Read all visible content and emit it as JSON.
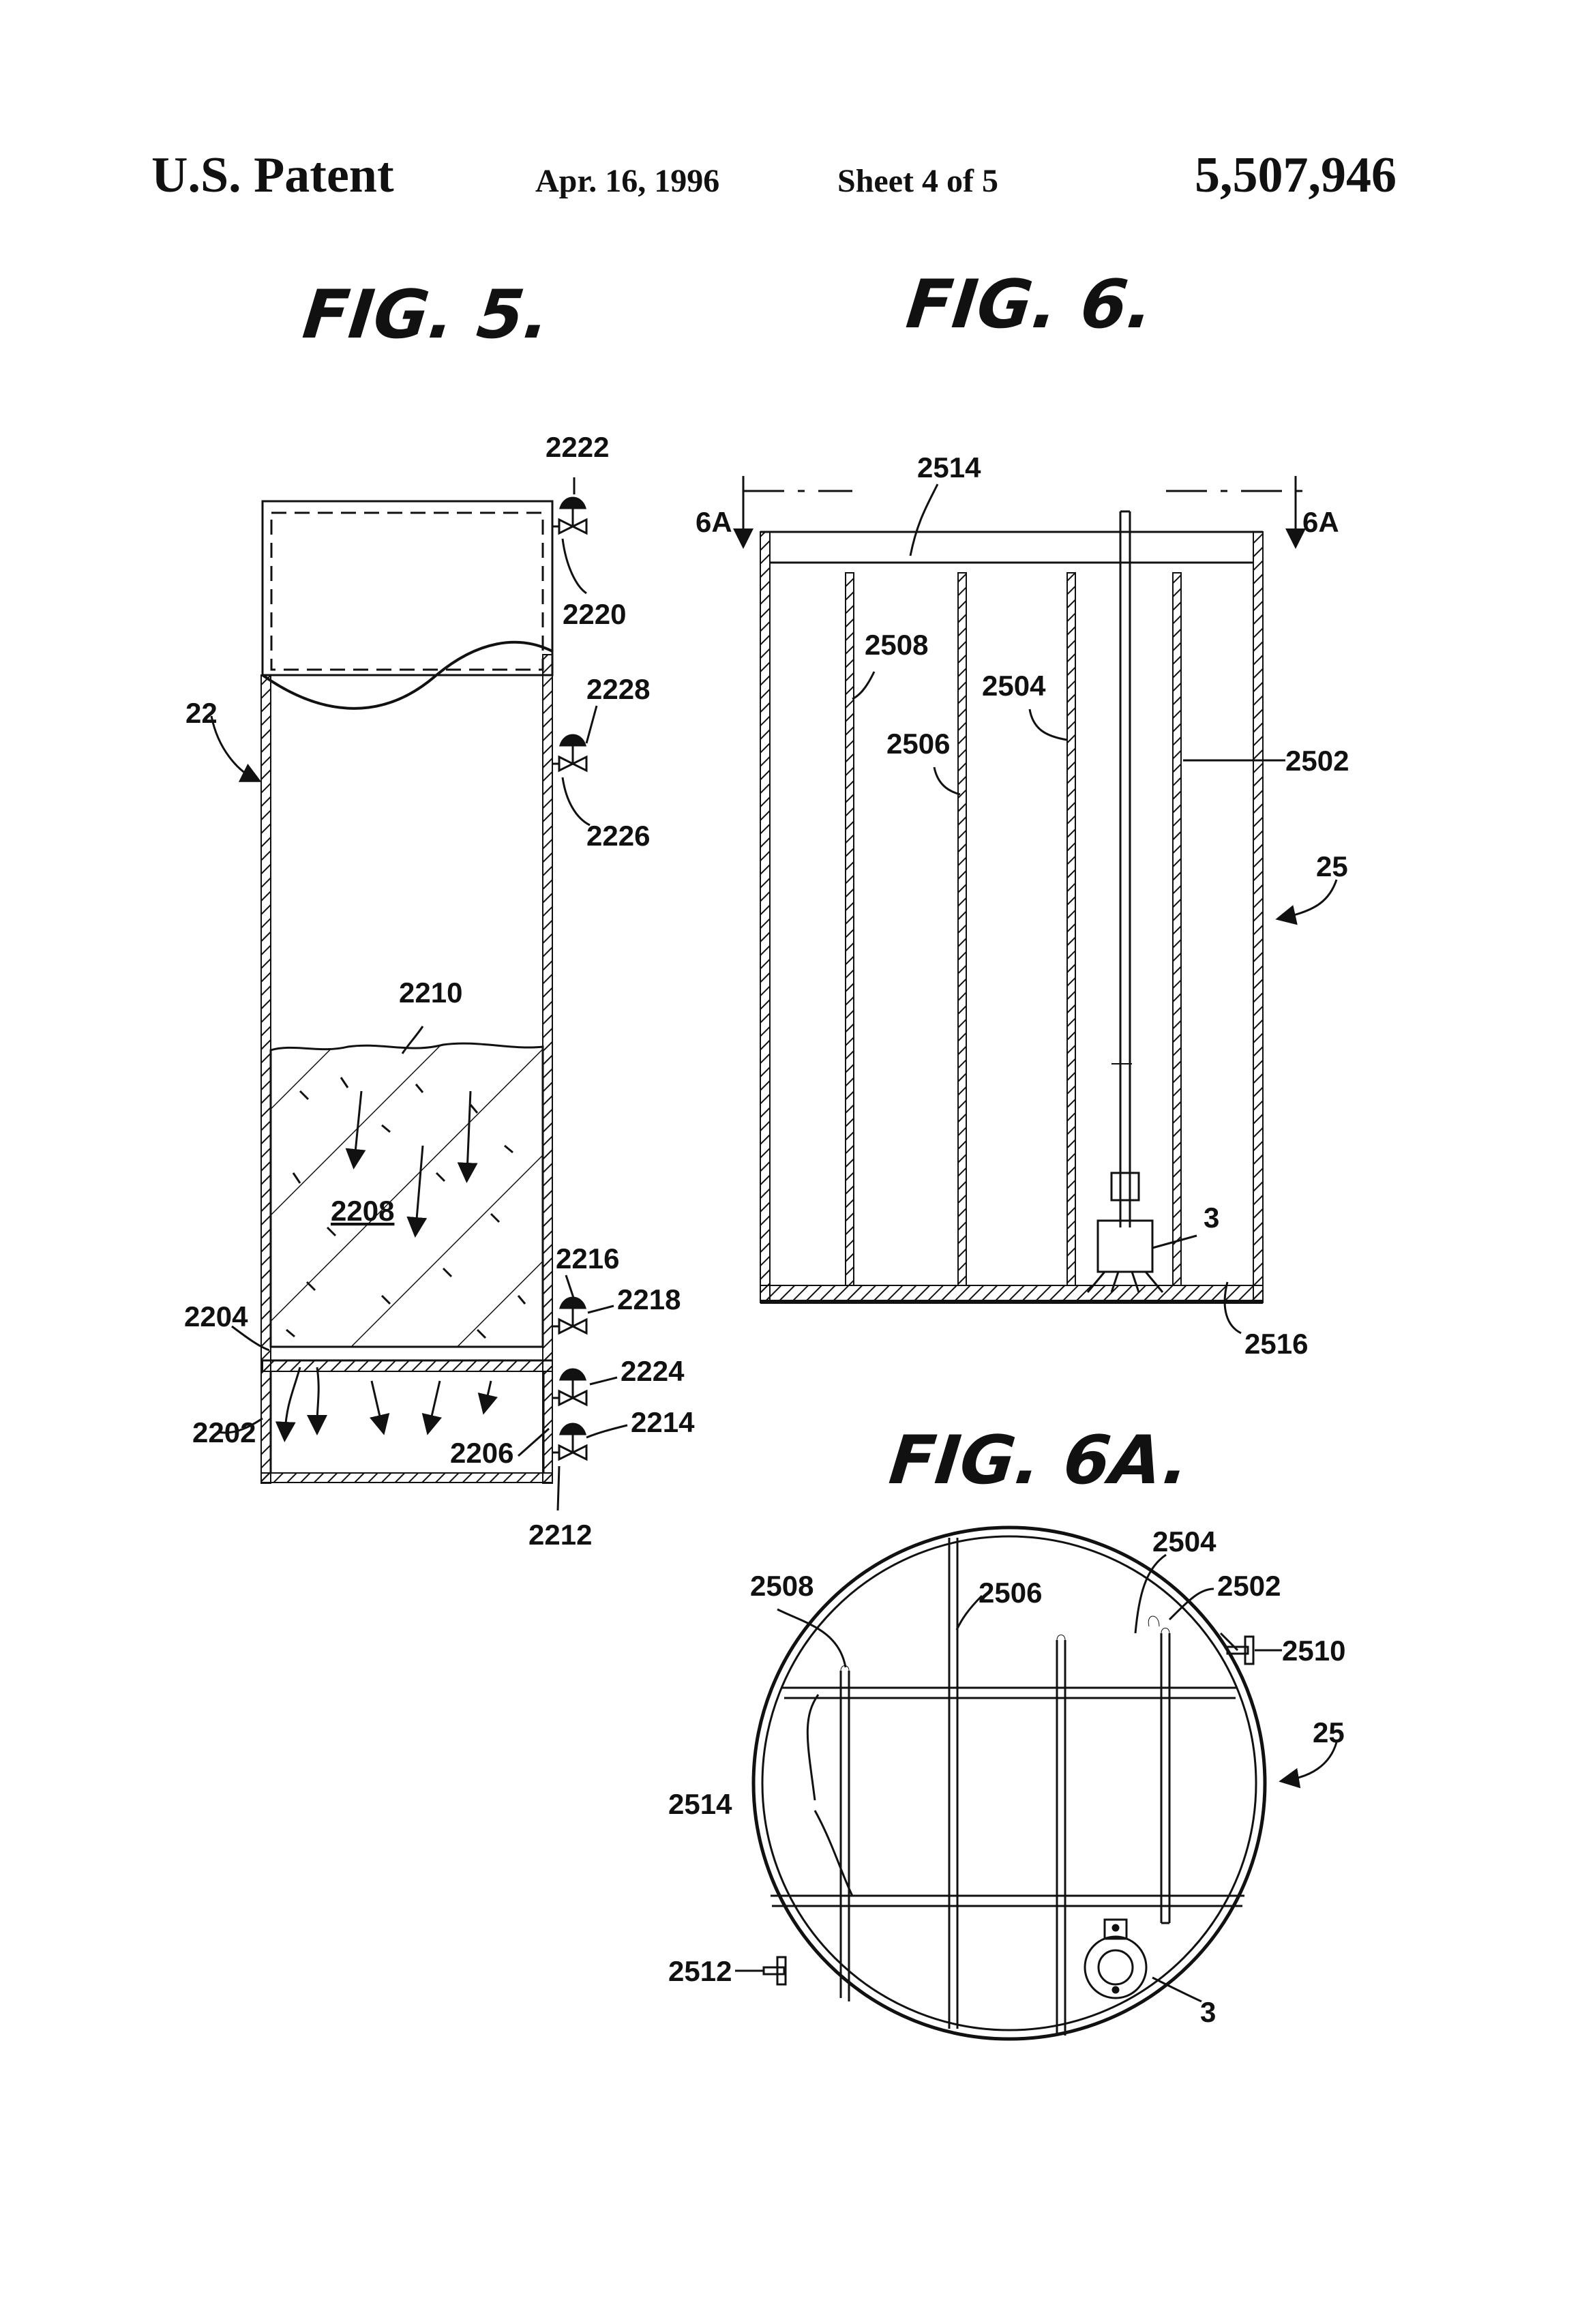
{
  "header": {
    "left": "U.S. Patent",
    "date": "Apr. 16, 1996",
    "sheet": "Sheet 4 of 5",
    "number": "5,507,946"
  },
  "figures": {
    "fig5": "FIG. 5.",
    "fig6": "FIG. 6.",
    "fig6a": "FIG. 6A."
  },
  "fig5_labels": {
    "l2222": "2222",
    "l2220": "2220",
    "l22": "22",
    "l2228": "2228",
    "l2226": "2226",
    "l2210": "2210",
    "l2208": "2208",
    "l2216": "2216",
    "l2218": "2218",
    "l2204": "2204",
    "l2224": "2224",
    "l2214": "2214",
    "l2202": "2202",
    "l2206": "2206",
    "l2212": "2212"
  },
  "fig6_labels": {
    "l2514": "2514",
    "l6a_left": "6A",
    "l6a_right": "6A",
    "l2508": "2508",
    "l2504": "2504",
    "l2506": "2506",
    "l2502": "2502",
    "l25": "25",
    "l3": "3",
    "l2516": "2516"
  },
  "fig6a_labels": {
    "l2504": "2504",
    "l2508": "2508",
    "l2506": "2506",
    "l2502": "2502",
    "l2510": "2510",
    "l25": "25",
    "l2514": "2514",
    "l2512": "2512",
    "l3": "3"
  }
}
